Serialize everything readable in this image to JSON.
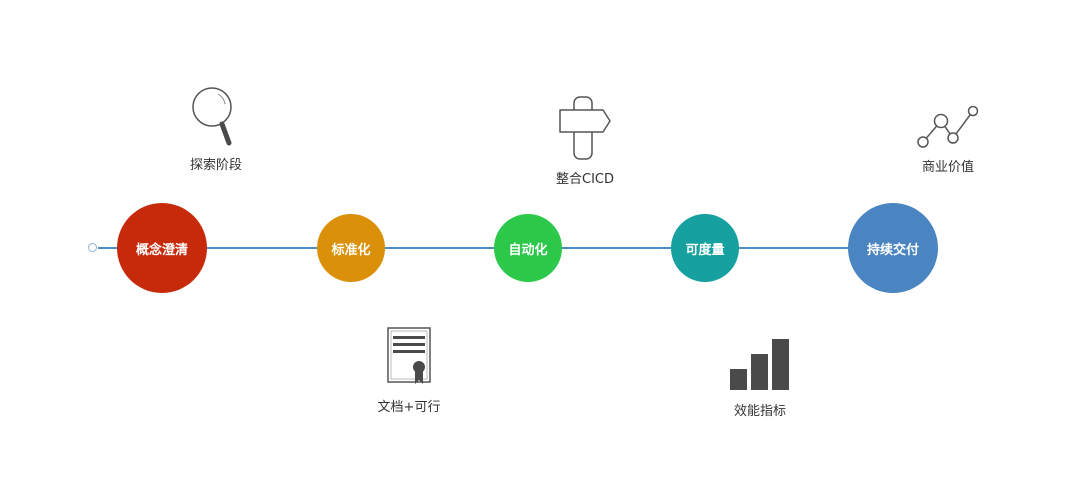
{
  "stages": [
    {
      "label": "概念澄清",
      "color": "#c72a0b"
    },
    {
      "label": "标准化",
      "color": "#db9009"
    },
    {
      "label": "自动化",
      "color": "#2cc84a"
    },
    {
      "label": "可度量",
      "color": "#16a09f"
    },
    {
      "label": "持续交付",
      "color": "#4a84c1"
    }
  ],
  "milestones": [
    {
      "label": "探索阶段",
      "icon": "magnifier-icon"
    },
    {
      "label": "文档+可行",
      "icon": "certificate-icon"
    },
    {
      "label": "整合CICD",
      "icon": "signpost-icon"
    },
    {
      "label": "效能指标",
      "icon": "bar-chart-icon"
    },
    {
      "label": "商业价值",
      "icon": "line-chart-icon"
    }
  ],
  "colors": {
    "timeline": "#4a8fc9",
    "icon_stroke": "#555555",
    "icon_fill": "#4a4a4a",
    "label_text": "#333333"
  }
}
